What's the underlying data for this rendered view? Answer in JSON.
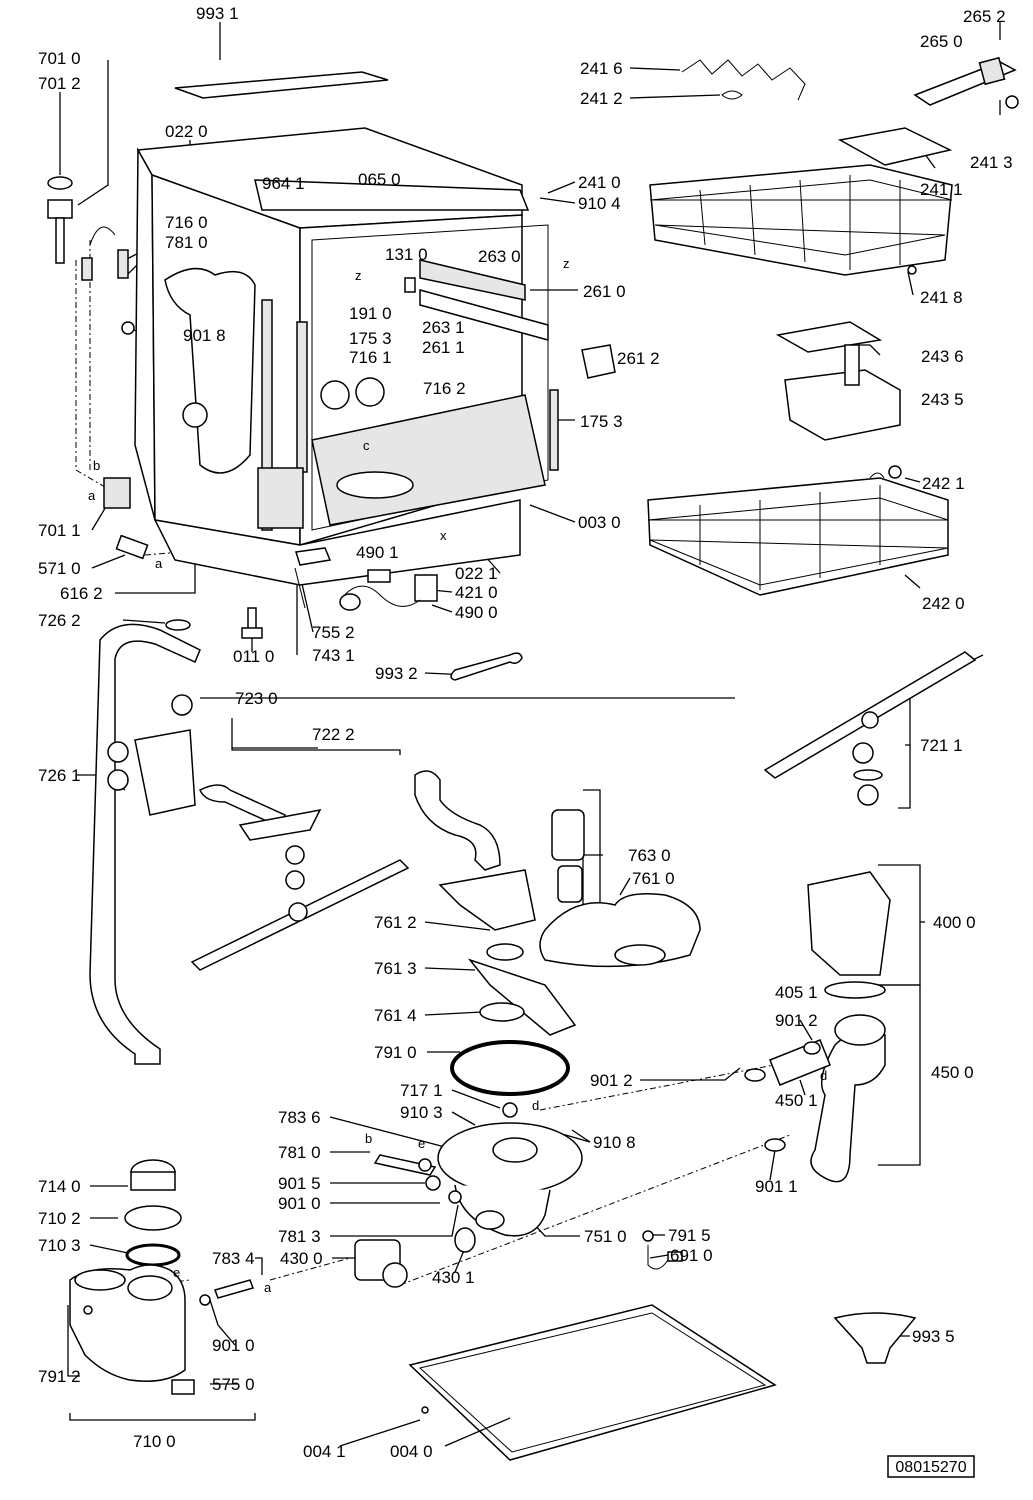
{
  "diagram": {
    "reference_code": "08015270",
    "part_labels": {
      "p9931": "993 1",
      "p2652": "265 2",
      "p2650": "265 0",
      "p7010": "701 0",
      "p7012": "701 2",
      "p2416": "241 6",
      "p2412": "241 2",
      "p0220": "022 0",
      "p2413": "241 3",
      "p0650": "065 0",
      "p9641": "964 1",
      "p2410": "241 0",
      "p9104": "910 4",
      "p2411": "241 1",
      "p7160": "716 0",
      "p7810": "781 0",
      "p1310": "131 0",
      "p2630": "263 0",
      "p2610": "261 0",
      "p2418": "241 8",
      "p1910": "191 0",
      "p2631": "263 1",
      "p9018": "901 8",
      "p1753a": "175 3",
      "p2611": "261 1",
      "p7161": "716 1",
      "p2612": "261 2",
      "p2436": "243 6",
      "p7162": "716 2",
      "p2435": "243 5",
      "p1753b": "175 3",
      "p2421": "242 1",
      "p7011": "701 1",
      "p0030": "003 0",
      "p4901": "490 1",
      "p5710": "571 0",
      "p0221": "022 1",
      "p4210": "421 0",
      "p6162": "616 2",
      "p4900": "490 0",
      "p2420": "242 0",
      "p7262": "726 2",
      "p7552": "755 2",
      "p0110": "011 0",
      "p7431": "743 1",
      "p9932": "993 2",
      "p7230": "723 0",
      "p7222": "722 2",
      "p7211": "721 1",
      "p7261": "726 1",
      "p7630": "763 0",
      "p7610": "761 0",
      "p7612": "761 2",
      "p4000": "400 0",
      "p7613": "761 3",
      "p4051": "405 1",
      "p7614": "761 4",
      "p9012a": "901 2",
      "p7910": "791 0",
      "p4500": "450 0",
      "p9012b": "901 2",
      "p7171": "717 1",
      "p4501": "450 1",
      "p7836": "783 6",
      "p9103": "910 3",
      "p9108": "910 8",
      "p7810b": "781 0",
      "p9015": "901 5",
      "p9011": "901 1",
      "p7140": "714 0",
      "p9010a": "901 0",
      "p7102": "710 2",
      "p7813": "781 3",
      "p7510": "751 0",
      "p7915": "791 5",
      "p7103": "710 3",
      "p7834": "783 4",
      "p4300": "430 0",
      "p6910": "691 0",
      "p4301": "430 1",
      "p9935": "993 5",
      "p9010b": "901 0",
      "p7912": "791 2",
      "p5750": "575 0",
      "p7100": "710 0",
      "p0041": "004 1",
      "p0040": "004 0"
    },
    "letters": {
      "z1": "z",
      "z2": "z",
      "c": "c",
      "b1": "b",
      "a1": "a",
      "a2": "a",
      "x": "x",
      "d1": "d",
      "d2": "d",
      "b2": "b",
      "e1": "e",
      "e2": "e",
      "a3": "a"
    }
  }
}
